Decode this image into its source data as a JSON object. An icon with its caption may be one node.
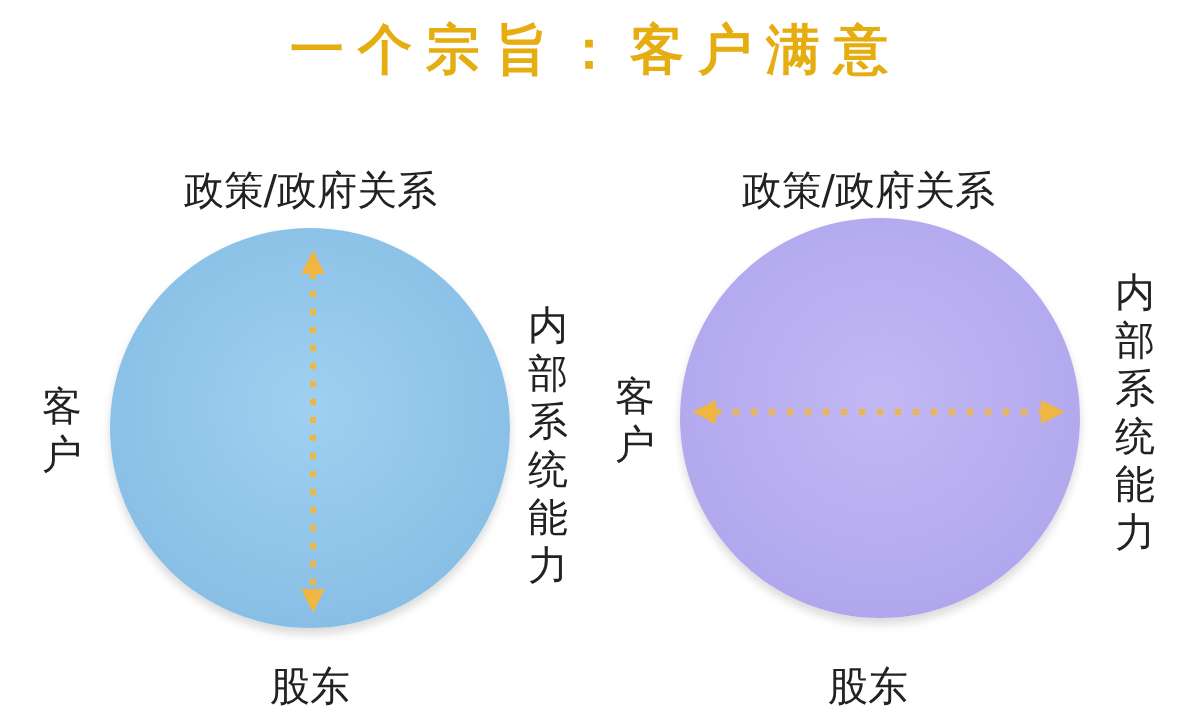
{
  "diagram": {
    "title": "一个宗旨：客户满意",
    "nodes": [
      {
        "text": [],
        "shape": "circle",
        "beside": [
          "政策/政府关系",
          "客户",
          "内部系统能力",
          "股东"
        ]
      },
      {
        "text": [],
        "shape": "circle",
        "beside": [
          "政策/政府关系",
          "客户",
          "内部系统能力",
          "股东"
        ]
      }
    ]
  }
}
